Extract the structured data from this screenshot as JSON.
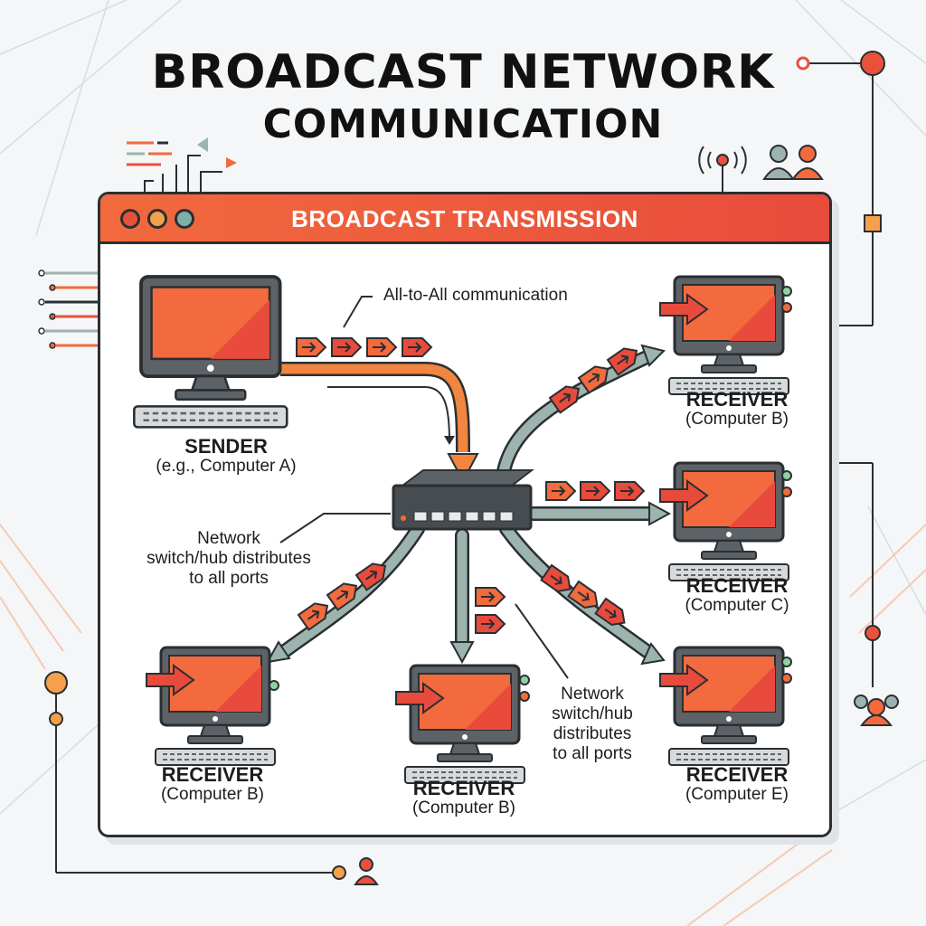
{
  "title": {
    "line1": "BROADCAST NETWORK",
    "line2": "COMMUNICATION"
  },
  "window": {
    "title": "BROADCAST TRANSMISSION"
  },
  "annotations": {
    "all_to_all": "All-to-All communication",
    "switch_note_left": [
      "Network",
      "switch/hub distributes",
      "to all ports"
    ],
    "switch_note_bottom": [
      "Network",
      "switch/hub",
      "distributes",
      "to all ports"
    ]
  },
  "sender": {
    "label": "SENDER",
    "sub": "(e.g., Computer A)"
  },
  "receivers": [
    {
      "label": "RECEIVER",
      "sub": "(Computer B)"
    },
    {
      "label": "RECEIVER",
      "sub": "(Computer C)"
    },
    {
      "label": "RECEIVER",
      "sub": "(Computer E)"
    },
    {
      "label": "RECEIVER",
      "sub": "(Computer B)"
    },
    {
      "label": "RECEIVER",
      "sub": "(Computer B)"
    }
  ],
  "colors": {
    "accent": "#f26a3d",
    "accent_red": "#e84b3c",
    "link": "#9db3ad",
    "outline": "#2a2f33"
  }
}
